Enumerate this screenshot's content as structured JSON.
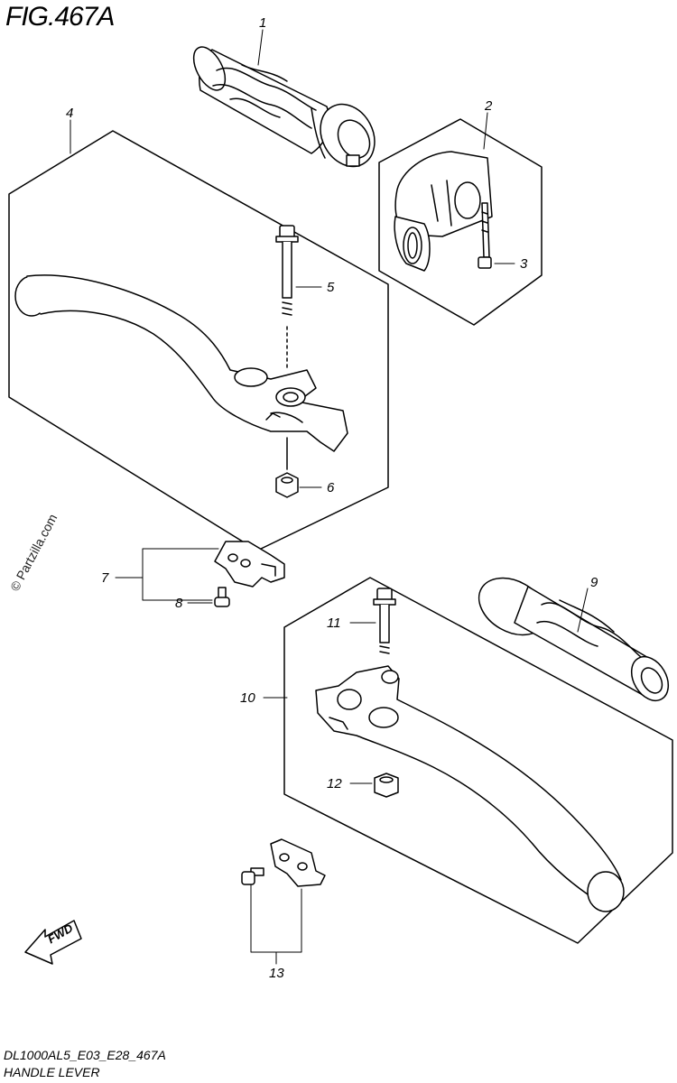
{
  "figure": {
    "title": "FIG.467A",
    "code": "DL1000AL5_E03_E28_467A",
    "caption": "HANDLE LEVER",
    "watermark": "© Partzilla.com",
    "fwd_label": "FWD"
  },
  "callouts": [
    {
      "id": "1",
      "label": "1"
    },
    {
      "id": "2",
      "label": "2"
    },
    {
      "id": "3",
      "label": "3"
    },
    {
      "id": "4",
      "label": "4"
    },
    {
      "id": "5",
      "label": "5"
    },
    {
      "id": "6",
      "label": "6"
    },
    {
      "id": "7",
      "label": "7"
    },
    {
      "id": "8",
      "label": "8"
    },
    {
      "id": "9",
      "label": "9"
    },
    {
      "id": "10",
      "label": "10"
    },
    {
      "id": "11",
      "label": "11"
    },
    {
      "id": "12",
      "label": "12"
    },
    {
      "id": "13",
      "label": "13"
    }
  ]
}
